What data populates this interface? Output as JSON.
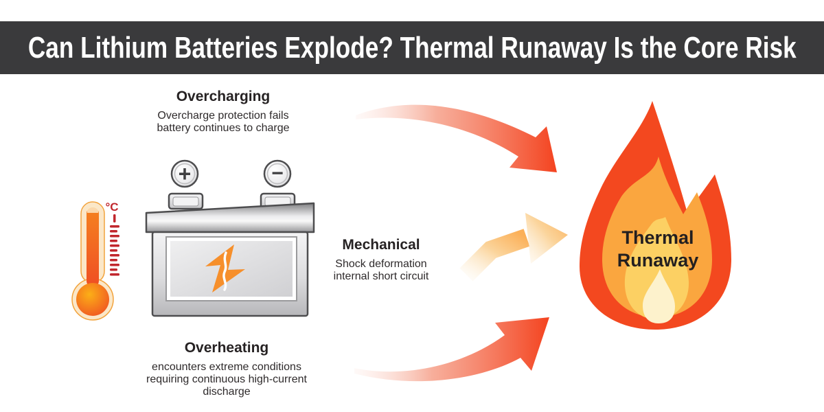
{
  "header": {
    "title": "Can Lithium Batteries Explode? Thermal Runaway Is the Core Risk"
  },
  "diagram": {
    "causes": {
      "overcharging": {
        "title": "Overcharging",
        "line1": "Overcharge protection fails",
        "line2": "battery continues to charge"
      },
      "mechanical": {
        "title": "Mechanical",
        "line1": "Shock deformation",
        "line2": "internal short circuit"
      },
      "overheating": {
        "title": "Overheating",
        "line1": "encounters extreme conditions",
        "line2": "requiring continuous high-current",
        "line3": "discharge"
      }
    },
    "result": {
      "line1": "Thermal",
      "line2": "Runaway"
    },
    "thermometer": {
      "unit": "°C"
    },
    "battery": {
      "plus": "+",
      "minus": "−"
    }
  },
  "palette": {
    "header_bg": "#3a3a3c",
    "header_text": "#ffffff",
    "heading_text": "#262223",
    "body_text": "#2e2a2b",
    "flame_outer": "#f3481f",
    "flame_middle": "#faa63f",
    "flame_yellow": "#fcd063",
    "flame_core": "#fdf2cc",
    "arrow_red": "#f4431f",
    "arrow_orange": "#fbb059",
    "bolt_orange": "#f68f2b",
    "bolt_crack": "#fdfdfd",
    "thermo_red": "#c1272d",
    "thermo_orange": "#f05a28",
    "battery_outline": "#4d4d4f"
  }
}
